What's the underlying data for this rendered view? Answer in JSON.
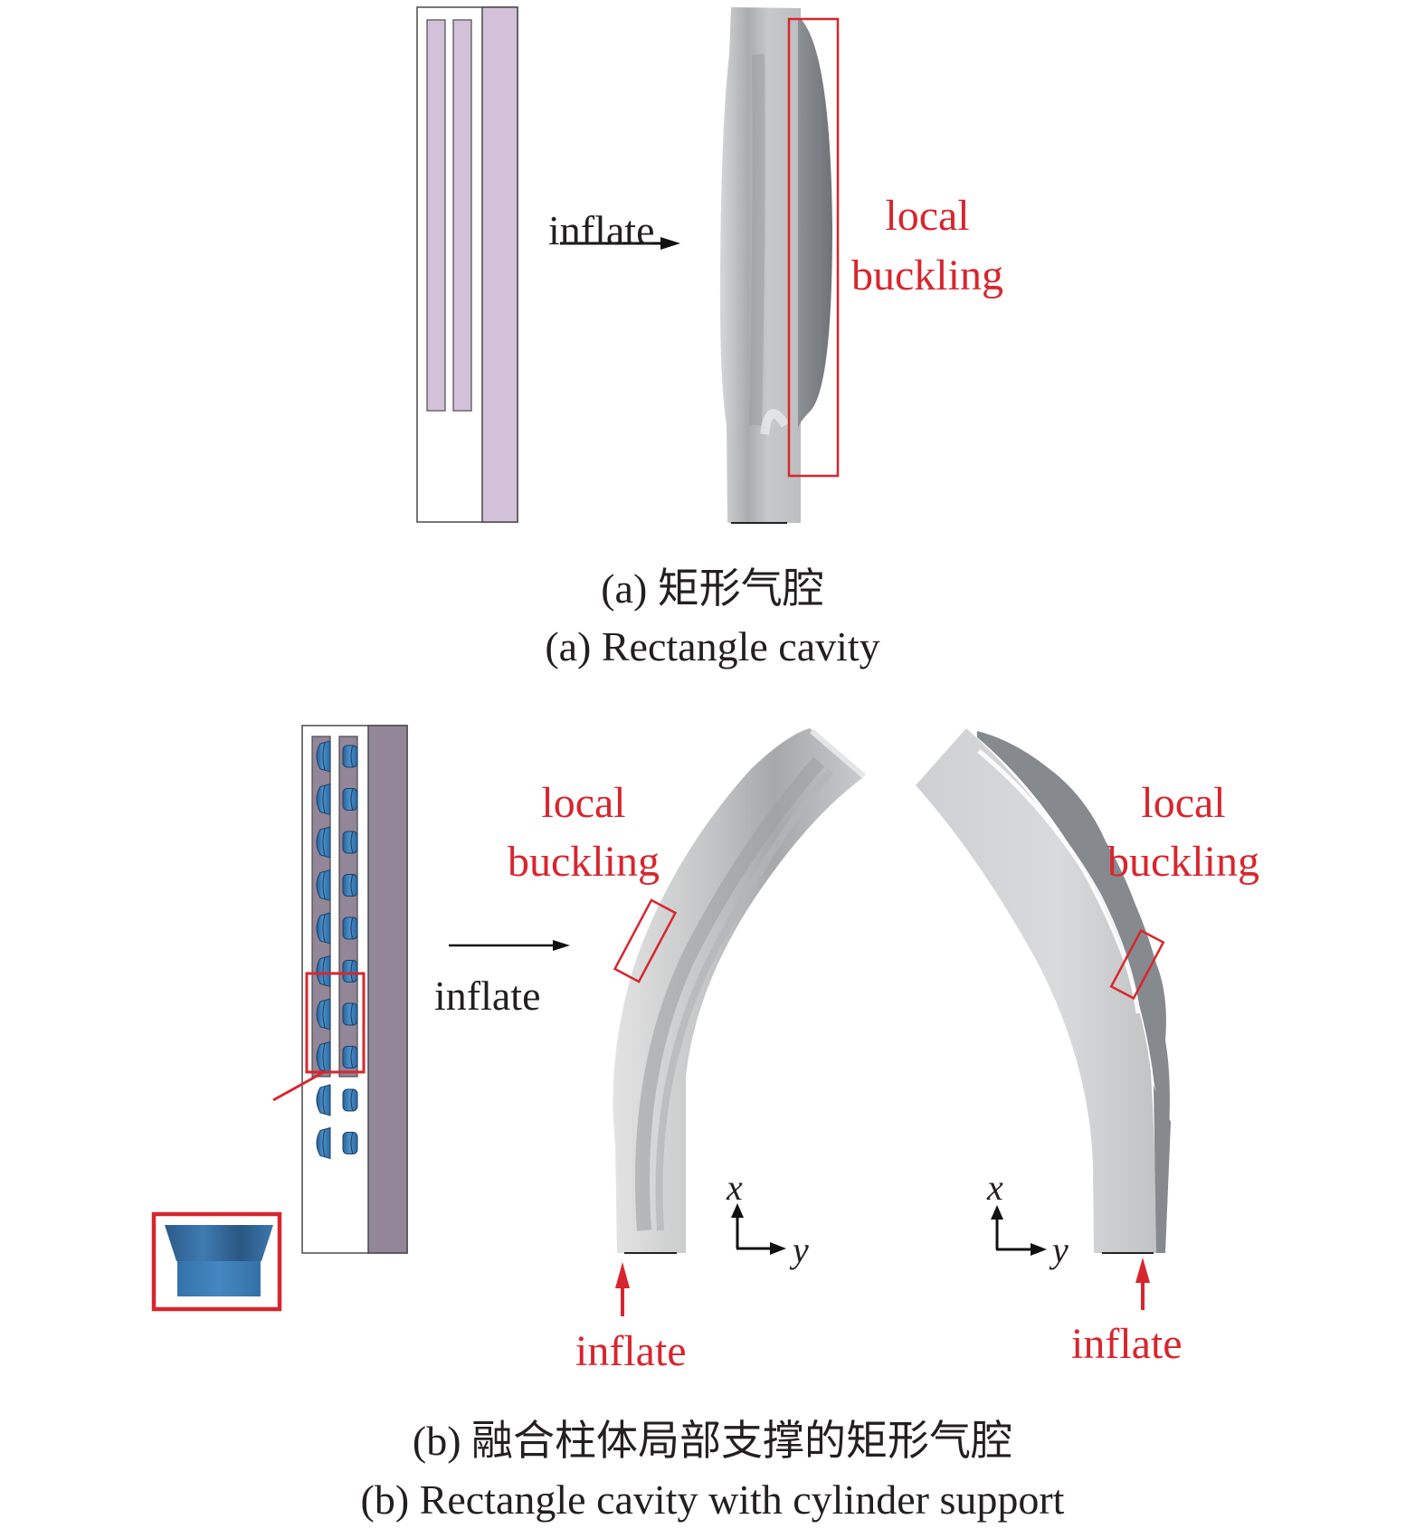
{
  "figure": {
    "panel_a": {
      "arrow_label": "inflate",
      "annotation": {
        "line1": "local",
        "line2": "buckling"
      },
      "caption_cn": "(a) 矩形气腔",
      "caption_en": "(a) Rectangle cavity",
      "colors": {
        "cavity_fill": "#d3c1d9",
        "outline": "#4a4a4a",
        "highlight_box": "#d7262e"
      }
    },
    "panel_b": {
      "arrow_label": "inflate",
      "left_view": {
        "annotation": {
          "line1": "local",
          "line2": "buckling"
        },
        "inflate_label": "inflate",
        "axes": {
          "x": "x",
          "y": "y"
        }
      },
      "right_view": {
        "annotation": {
          "line1": "local",
          "line2": "buckling"
        },
        "inflate_label": "inflate",
        "axes": {
          "x": "x",
          "y": "y"
        }
      },
      "cylinder_rows": 10,
      "caption_cn": "(b) 融合柱体局部支撑的矩形气腔",
      "caption_en": "(b) Rectangle cavity with cylinder support",
      "colors": {
        "cavity_fill": "#928698",
        "cylinder": "#3b86c4",
        "highlight_box": "#d7262e",
        "annotation": "#d7262e"
      }
    }
  }
}
